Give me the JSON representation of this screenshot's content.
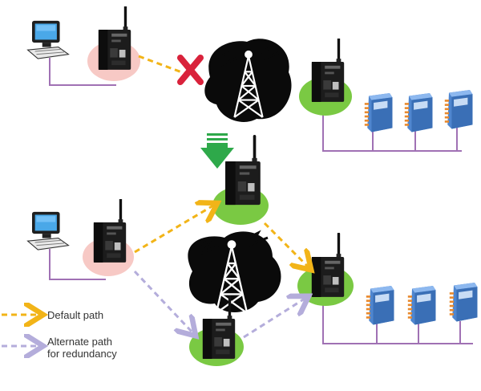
{
  "legend": {
    "default_label": "Default path",
    "alternate_line1": "Alternate path",
    "alternate_line2": "for redundancy"
  },
  "colors": {
    "default_path": "#f2b418",
    "alternate_path": "#b4addb",
    "wire": "#a071b4",
    "pc_base": "#f7c9c5",
    "node_base": "#7ac943",
    "fail_cross": "#d9223b",
    "cloud": "#0a0a0a",
    "arrow_down": "#2ea94a",
    "io_module": "#5a90d6"
  },
  "icons": [
    "computer-icon",
    "gateway-icon",
    "antenna-tower-icon",
    "failure-x-icon",
    "io-module-icon",
    "down-arrow-icon"
  ]
}
